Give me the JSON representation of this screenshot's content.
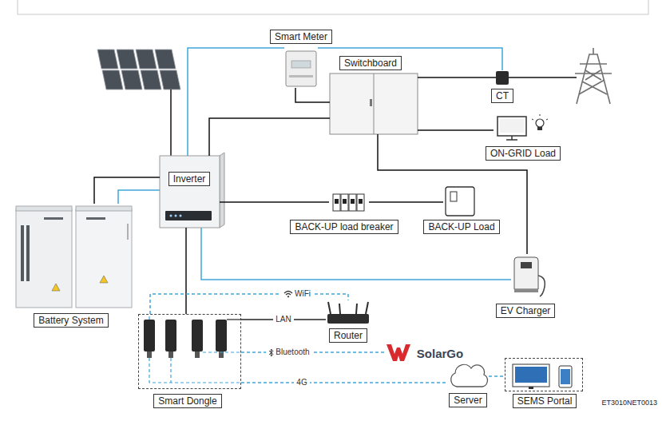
{
  "diagram": {
    "nodes": [
      {
        "text": [
          "Smart Meter"
        ]
      },
      {
        "text": [
          "Switchboard"
        ]
      },
      {
        "text": [
          "CT"
        ]
      },
      {
        "text": [
          "ON-GRID Load"
        ]
      },
      {
        "text": [
          "Inverter"
        ]
      },
      {
        "text": [
          "BACK-UP load breaker"
        ]
      },
      {
        "text": [
          "BACK-UP Load"
        ]
      },
      {
        "text": [
          "Battery System"
        ]
      },
      {
        "text": [
          "EV Charger"
        ]
      },
      {
        "text": [
          "Router"
        ]
      },
      {
        "text": [
          "SolarGo"
        ]
      },
      {
        "text": [
          "Smart Dongle"
        ]
      },
      {
        "text": [
          "Server"
        ]
      },
      {
        "text": [
          "SEMS Portal"
        ]
      }
    ],
    "edges": [
      {
        "from": 4,
        "to": 1,
        "arrow": "none"
      },
      {
        "from": 0,
        "to": 1,
        "arrow": "none"
      },
      {
        "from": 1,
        "to": 2,
        "arrow": "none"
      },
      {
        "from": 1,
        "to": 3,
        "arrow": "none"
      },
      {
        "from": 1,
        "to": 8,
        "arrow": "none"
      },
      {
        "from": 4,
        "to": 0,
        "arrow": "none"
      },
      {
        "from": 0,
        "to": 2,
        "arrow": "none"
      },
      {
        "from": 4,
        "to": 5,
        "arrow": "none"
      },
      {
        "from": 5,
        "to": 6,
        "arrow": "none"
      },
      {
        "from": 4,
        "to": 7,
        "arrow": "none"
      },
      {
        "from": 4,
        "to": 7,
        "arrow": "none"
      },
      {
        "from": 4,
        "to": 11,
        "arrow": "none"
      },
      {
        "from": 4,
        "to": 8,
        "arrow": "none"
      },
      {
        "from": 11,
        "to": 9,
        "label": "WiFi",
        "arrow": "none"
      },
      {
        "from": 11,
        "to": 9,
        "label": "LAN",
        "arrow": "none"
      },
      {
        "from": 11,
        "to": 10,
        "label": "Bluetooth",
        "arrow": "none"
      },
      {
        "from": 11,
        "to": 12,
        "label": "4G",
        "arrow": "none"
      },
      {
        "from": 12,
        "to": 13,
        "arrow": "none"
      }
    ],
    "labels": [
      "ET3010NET0013"
    ]
  }
}
